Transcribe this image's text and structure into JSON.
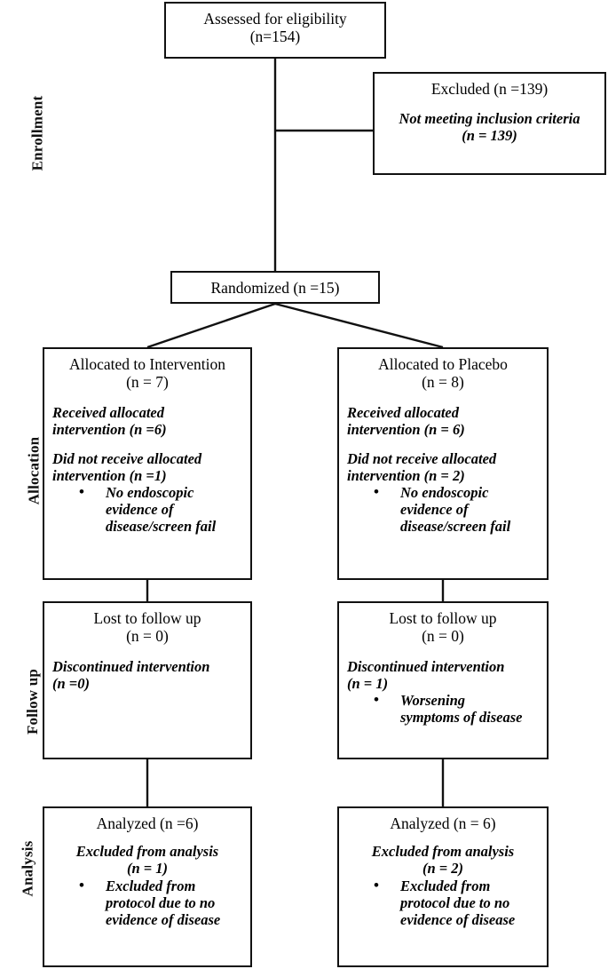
{
  "diagram": {
    "type": "consort-flow-diagram",
    "stages": [
      {
        "name": "enrollment",
        "label": "Enrollment"
      },
      {
        "name": "allocation",
        "label": "Allocation"
      },
      {
        "name": "followup",
        "label": "Follow up"
      },
      {
        "name": "analysis",
        "label": "Analysis"
      }
    ],
    "boxes": {
      "eligibility": {
        "title": "Assessed for eligibility\n(n=154)"
      },
      "excluded": {
        "title": "Excluded (n =139)",
        "note": "Not meeting inclusion criteria\n(n = 139)"
      },
      "randomized": {
        "title": "Randomized (n =15)"
      },
      "allocated_intervention": {
        "title": "Allocated to Intervention\n(n = 7)",
        "note_received": "Received allocated\nintervention (n =6)",
        "note_not_received": "Did not receive allocated\nintervention (n =1)",
        "bullets": [
          "No endoscopic\nevidence of\ndisease/screen fail"
        ]
      },
      "allocated_placebo": {
        "title": "Allocated to Placebo\n(n = 8)",
        "note_received": "Received allocated\nintervention (n = 6)",
        "note_not_received": "Did not receive allocated\nintervention (n = 2)",
        "bullets": [
          "No endoscopic\nevidence of\ndisease/screen fail"
        ]
      },
      "followup_intervention": {
        "title": "Lost to follow up\n(n = 0)",
        "note": "Discontinued intervention\n(n =0)",
        "bullets": []
      },
      "followup_placebo": {
        "title": "Lost to follow up\n(n = 0)",
        "note": "Discontinued intervention\n(n = 1)",
        "bullets": [
          "Worsening\nsymptoms of disease"
        ]
      },
      "analysis_intervention": {
        "title": "Analyzed (n =6)",
        "note": "Excluded from analysis\n(n = 1)",
        "bullets": [
          "Excluded from\nprotocol due to no\nevidence of disease"
        ]
      },
      "analysis_placebo": {
        "title": "Analyzed (n = 6)",
        "note": "Excluded from analysis\n(n = 2)",
        "bullets": [
          "Excluded from\nprotocol due to no\nevidence of disease"
        ]
      }
    },
    "flow_numbers": {
      "assessed": 154,
      "excluded": 139,
      "randomized": 15,
      "allocated_intervention": 7,
      "allocated_placebo": 8,
      "received_intervention": 6,
      "received_placebo": 6,
      "not_received_intervention": 1,
      "not_received_placebo": 2,
      "lost_followup_intervention": 0,
      "lost_followup_placebo": 0,
      "discontinued_intervention": 0,
      "discontinued_placebo": 1,
      "analyzed_intervention": 6,
      "analyzed_placebo": 6,
      "excluded_analysis_intervention": 1,
      "excluded_analysis_placebo": 2
    },
    "colors": {
      "line": "#111111",
      "text": "#000000",
      "background": "#ffffff"
    }
  }
}
